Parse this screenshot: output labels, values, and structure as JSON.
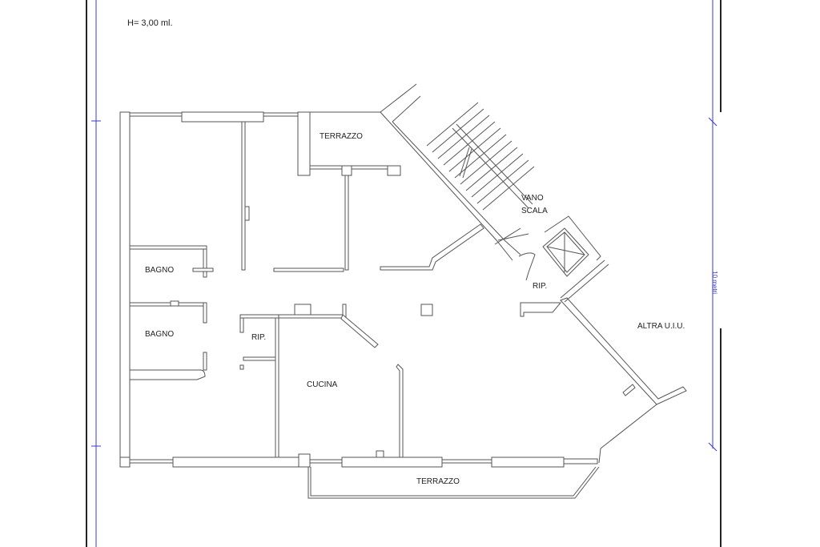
{
  "header": {
    "height_note": "H= 3,00 ml."
  },
  "rooms": {
    "terrazzo_north": "TERRAZZO",
    "terrazzo_south": "TERRAZZO",
    "bagno_1": "BAGNO",
    "bagno_2": "BAGNO",
    "rip_1": "RIP.",
    "rip_2": "RIP.",
    "cucina": "CUCINA",
    "vano_scala_1": "VANO",
    "vano_scala_2": "SCALA",
    "altra_uiu": "ALTRA U.I.U."
  },
  "scale": {
    "label": "10 metri"
  },
  "colors": {
    "wall": "#555555",
    "dimension": "#3a3ad0",
    "frame": "#222222"
  }
}
